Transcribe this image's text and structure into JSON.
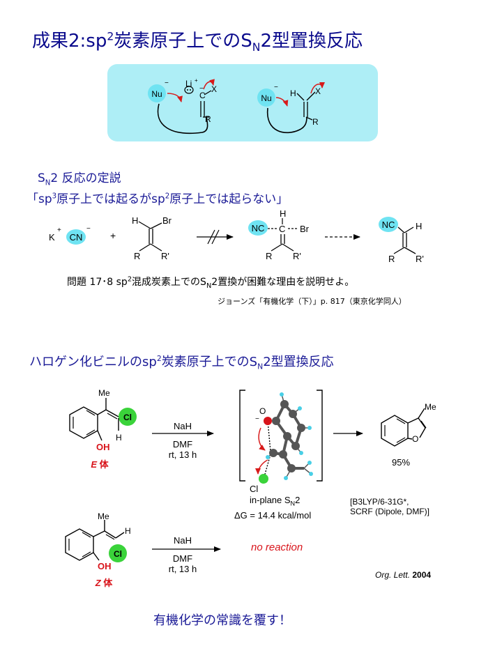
{
  "title": {
    "prefix": "成果2:sp",
    "sup": "2",
    "middle": "炭素原子上でのS",
    "sub": "N",
    "suffix": "2型置換反応"
  },
  "section1": {
    "heading_s": "S",
    "heading_sub": "N",
    "heading_rest": "2 反応の定説",
    "statement_a": "「sp",
    "statement_sup1": "3",
    "statement_b": "原子上では起るがsp",
    "statement_sup2": "2",
    "statement_c": "原子上では起らない」"
  },
  "problem": {
    "a": "問題 17･8 sp",
    "sup": "2",
    "b": "混成炭素上でのS",
    "sub": "N",
    "c": "2置換が困難な理由を説明せよ。"
  },
  "reference1": "ジョーンズ「有機化学（下）」p. 817（東京化学同人）",
  "section2": {
    "a": "ハロゲン化ビニルのsp",
    "sup": "2",
    "b": "炭素原子上でのS",
    "sub": "N",
    "c": "2型置換反応"
  },
  "reaction_e": {
    "reagent": "NaH",
    "solvent": "DMF",
    "conditions": "rt, 13 h",
    "isomer_letter": "E",
    "isomer_suffix": " 体",
    "yield": "95%"
  },
  "reaction_z": {
    "reagent": "NaH",
    "solvent": "DMF",
    "conditions": "rt, 13 h",
    "isomer_letter": "Z",
    "isomer_suffix": " 体",
    "result": "no reaction"
  },
  "ts": {
    "cl": "Cl",
    "mode_a": "in-plane S",
    "mode_sub": "N",
    "mode_b": "2",
    "energy": "ΔG = 14.4 kcal/mol"
  },
  "method": {
    "line1": "[B3LYP/6-31G*,",
    "line2": "SCRF (Dipole, DMF)]"
  },
  "reference2": {
    "journal": "Org. Lett.",
    "year": "2004"
  },
  "slogan": "有機化学の常識を覆す！",
  "labels": {
    "nu": "Nu",
    "li": "Li",
    "x": "X",
    "r": "R",
    "rp": "R'",
    "h": "H",
    "c": "C",
    "br": "Br",
    "k": "K",
    "cn": "CN",
    "nc": "NC",
    "me": "Me",
    "cl": "Cl",
    "oh": "OH",
    "o": "O"
  },
  "colors": {
    "title": "#0a0a8c",
    "heading": "#1a1a96",
    "panel": "#aeeef6",
    "cyan_ball": "#6fe3f2",
    "green_ball": "#3ad33a",
    "red_text": "#d8131a",
    "curved_arrow": "#d81a1a"
  }
}
